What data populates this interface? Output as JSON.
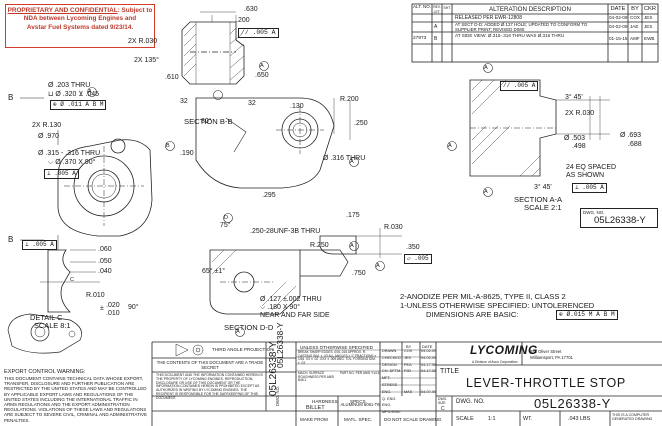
{
  "proprietary": {
    "line1_underlined": "PROPRIETARY AND CONFIDENTIAL",
    "line1_rest": ": Subject to",
    "line2": "NDA between Lycoming Engines and",
    "line3": "Avstar Fuel Systems dated 9/23/14."
  },
  "revision_table": {
    "headers": [
      "ALT. NO.",
      "REV. LET.",
      "SHT",
      "ALTERATION DESCRIPTION",
      "DATE",
      "BY",
      "CKR"
    ],
    "rows": [
      {
        "alt": "",
        "rev": "",
        "desc": "RELEASED PER EWR-12808",
        "date": "04-02-09",
        "by": "COX",
        "ckr": "JES"
      },
      {
        "alt": "",
        "rev": "A",
        "desc": "AT SECT D-D: ADDED Ø.127 HOLE; UPDATED TO CONFORM TO SUPPLIER PRINT; REVISED DIMS",
        "date": "04-02-09",
        "by": "JAE",
        "ckr": "JES"
      },
      {
        "alt": "27973",
        "rev": "B",
        "desc": "AT SIDE VIEW: Ø.315-.316 THRU WAS Ø.316 THRU",
        "date": "01-15-15",
        "by": "AMF",
        "ckr": "EWB"
      }
    ]
  },
  "dims": {
    "d630": ".630",
    "d200": ".200",
    "flat_ref": "// .005 A",
    "r030_top": "2X R.030",
    "ang135": "2X 135°",
    "d610": ".610",
    "d650": ".650",
    "n32a": "32",
    "n32b": "32",
    "sec_bb": "SECTION B-B",
    "hole203": "Ø .203 THRU",
    "cbore": "⊔ Ø .320 ⊻ .045",
    "pos011": "⊕ Ø .011 A B M",
    "r130": "2X R.130",
    "d970": "Ø .970",
    "d315": "Ø .315 - .316 THRU",
    "csk": "⌵ Ø .370 X 90°",
    "perp005": "⊥ .005 A",
    "B_left": "B",
    "B_left2": "B",
    "d130": ".130",
    "r200": "R.200",
    "ang80": "80°",
    "d250": ".250",
    "d190": ".190",
    "d316": "Ø .316 THRU",
    "d295": ".295",
    "ang75": "75°",
    "flat005_right": "// .005 A",
    "c345a": "3° 45'",
    "r030_right": "2X R.030",
    "d503": "Ø .503",
    "d498": ".498",
    "d693": "Ø .693",
    "d688": ".688",
    "n24": "24 EQ SPACED",
    "as_shown": "AS SHOWN",
    "c345b": "3° 45'",
    "perp_right": "⊥ .005 A",
    "sec_aa": "SECTION A-A",
    "scale21": "SCALE 2:1",
    "dwg_small_label": "DWG. NO.",
    "dwg_small": "05L26338-Y",
    "perp_c": "⊥ .005 A",
    "d060": ".060",
    "d050": ".050",
    "d040": ".040",
    "r010": "R.010",
    "d020": ".020",
    "d010": ".010",
    "pm": "±",
    "ang90": "90°",
    "detail_c": "DETAIL C",
    "scale81": "SCALE 8:1",
    "thread": ".250-28UNF-3B THRU",
    "d175": ".175",
    "r030_d": "R.030",
    "r250": "R.250",
    "d350": ".350",
    "flat005_d": "▱ .005",
    "ang65": "65° ±1°",
    "d750": ".750",
    "d127": "Ø .127 ±.002 THRU",
    "csk2": "⌵ .180 X 90°",
    "near_far": "NEAR AND FAR SIDE",
    "sec_dd": "SECTION D-D",
    "note1": "2-ANODIZE PER MIL-A-8625, TYPE II, CLASS 2",
    "note2": "1-UNLESS OTHERWISE SPECIFIED: UNTOLERENCED",
    "note3": "DIMENSIONS ARE BASIC:",
    "note3_fcf": "⊕ Ø.015 M A B M",
    "A": "A",
    "B": "B",
    "C": "C",
    "D": "D"
  },
  "export": {
    "title": "EXPORT CONTROL WARNING:",
    "body": "THIS DOCUMENT CONTAINS TECHNICAL DATA WHOSE EXPORT, TRANSFER, DISCLOSURE AND FURTHER PUBLICATION ARE RESTRICTED BY THE UNITED STATES AND MAY BE CONTROLLED BY APPLICABLE EXPORT LAWS AND REGULATIONS OF THE UNITED STATES INCLUDING THE INTERNATIONAL TRAFFIC IN ARMS REGULATIONS AND THE EXPORT ADMINISTRATION REGULATIONS. VIOLATIONS OF THESE LAWS AND REGULATIONS ARE SUBJECT TO SEVERE CIVIL, CRIMINAL AND ADMINISTRATIVE PENALTIES."
  },
  "title_block": {
    "third_angle": "THIRD ANGLE PROJECTION",
    "trade_secret": "THE CONTENTS OF THIS DOCUMENT ARE A TRADE SECRET",
    "doc_info": "THIS DOCUMENT AND THE INFORMATION CONTAINED HEREIN IS THE PROPERTY OF LYCOMING ENGINES. REPRODUCTION, DISCLOSURE OR USE OF THIS DOCUMENT OR THE INFORMATION CONTAINED HEREIN IS PROHIBITED EXCEPT AS AUTHORIZED IN WRITING BY LYCOMING ENGINES. THE RECIPIENT IS RESPONSIBLE FOR THE SAFEKEEPING OF THIS DOCUMENT.",
    "unless": "UNLESS OTHERWISE SPECIFIED",
    "tol_text": "BREAK SHARP EDGES .005-.015 APPROX. R. CASTING DIM. ± .03 ALL ANGLES ± 1° FRACTIONS ± 1/64 .XX ± .02 .XXX ± .005 ANG. TOL. FORGING DIM. ± .03",
    "mach_surf": "MACH. SURFACE ROUGHNESS PER ANSI B46.1",
    "part_rel": "PART NO. PER ANSI Y14.5",
    "hardness_label": "HARDNESS",
    "specs_label": "SPECS.",
    "billet": "BILLET",
    "material": "ALUMINUM 6061-T6",
    "make_from": "MAKE FROM",
    "matl_spec": "MATL. SPEC.",
    "do_not_scale": "DO NOT SCALE DRAWING",
    "roles": [
      {
        "role": "DRAWN",
        "by": "COX",
        "date": "04-02-09"
      },
      {
        "role": "CHECKED",
        "by": "JES",
        "date": "04-02-09"
      },
      {
        "role": "DESIGN",
        "by": "PEA",
        "date": "04-17-08"
      },
      {
        "role": "CH. DFTM.",
        "by": "PJD",
        "date": "04-17-08"
      },
      {
        "role": "MFT.",
        "by": "",
        "date": ""
      },
      {
        "role": "STRESS",
        "by": "",
        "date": ""
      },
      {
        "role": "ENG.",
        "by": "MAS",
        "date": "04-07-09"
      },
      {
        "role": "Q. ENG.",
        "by": "",
        "date": ""
      },
      {
        "role": "ENG.",
        "by": "",
        "date": ""
      },
      {
        "role": "MFG.ENG.",
        "by": "",
        "date": ""
      }
    ],
    "by_header": "BY",
    "date_header": "DATE",
    "logo": "LYCOMING",
    "logo_sub": "A Division of Avco Corporation",
    "address1": "652 Oliver Street",
    "address2": "Williamsport, PA 17701",
    "title_label": "TITLE",
    "title": "LEVER-THROTTLE STOP",
    "dwg_label": "DWG. NO.",
    "dwg_size_label": "DWG. SIZE",
    "dwg_size": "C",
    "dwg_no": "05L26338-Y",
    "vertical_dwg": "05L26338-Y",
    "vertical_dwg2": "05L26338-Y",
    "vertical_label": "DWG. NO.",
    "scale_label": "SCALE",
    "scale": "1:1",
    "wt_label": "WT.",
    "wt": ".043 LBS",
    "computer_gen": "THIS IS A COMPUTER GENERATED DRAWING"
  }
}
